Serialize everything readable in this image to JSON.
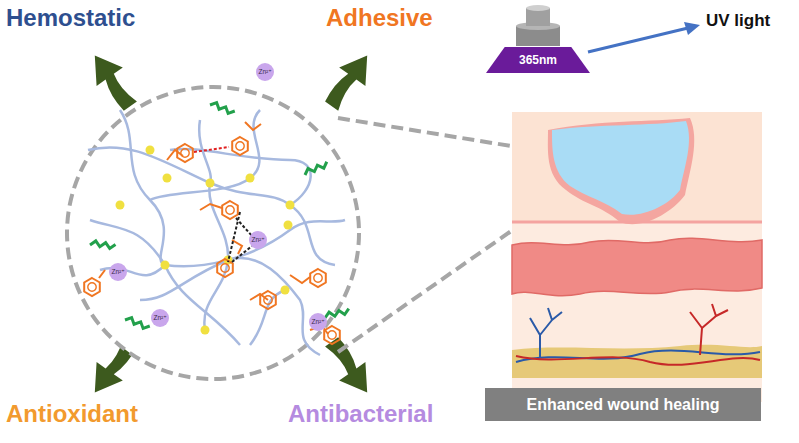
{
  "diagram": {
    "nodes": [
      {
        "text": [
          "365nm"
        ]
      },
      {
        "text": [
          "Zn²⁺"
        ]
      },
      {
        "text": [
          "Zn²⁺"
        ]
      },
      {
        "text": [
          "Zn²⁺"
        ]
      },
      {
        "text": [
          "Zn²⁺"
        ]
      },
      {
        "text": [
          "Zn²⁺"
        ]
      },
      {
        "text": [
          "Enhanced wound healing"
        ]
      }
    ],
    "labels": [
      "Hemostatic",
      "Adhesive",
      "UV light",
      "Antioxidant",
      "Antibacterial"
    ]
  }
}
